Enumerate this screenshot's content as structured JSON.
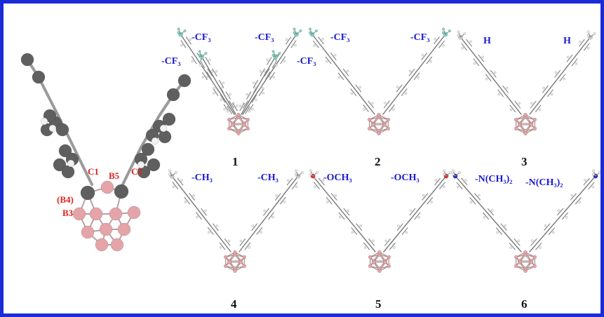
{
  "colors": {
    "border": "#1a2bd8",
    "substituent_label": "#1a1ad0",
    "atom_label": "#e0201a",
    "carbon": "#5f5f5f",
    "boron": "#e4a4a8",
    "hydrogen": "#e8e8e8",
    "fluorine": "#7fd8c8",
    "oxygen": "#e03030",
    "nitrogen": "#2a2ad0",
    "bond": "#8a8a8a"
  },
  "big_molecule": {
    "atom_labels": {
      "c1": "C1",
      "b5": "B5",
      "c2": "C2",
      "b4": "(B4)",
      "b3": "B3"
    }
  },
  "panels": [
    {
      "number": "1",
      "substituent": "-CF₃",
      "left_labels": [
        "-CF₃",
        "-CF₃"
      ],
      "right_labels": [
        "-CF₃",
        "-CF₃"
      ],
      "atom": "fluorine"
    },
    {
      "number": "2",
      "left_labels": [
        "-CF₃"
      ],
      "right_labels": [
        "-CF₃"
      ],
      "atom": "fluorine"
    },
    {
      "number": "3",
      "left_labels": [
        "H"
      ],
      "right_labels": [
        "H"
      ],
      "atom": "hydrogen"
    },
    {
      "number": "4",
      "left_labels": [
        "-CH₃"
      ],
      "right_labels": [
        "-CH₃"
      ],
      "atom": "hydrogen"
    },
    {
      "number": "5",
      "left_labels": [
        "-OCH₃"
      ],
      "right_labels": [
        "-OCH₃"
      ],
      "atom": "oxygen"
    },
    {
      "number": "6",
      "left_labels": [
        "-N(CH₃)₂"
      ],
      "right_labels": [
        "-N(CH₃)₂"
      ],
      "atom": "nitrogen"
    }
  ]
}
